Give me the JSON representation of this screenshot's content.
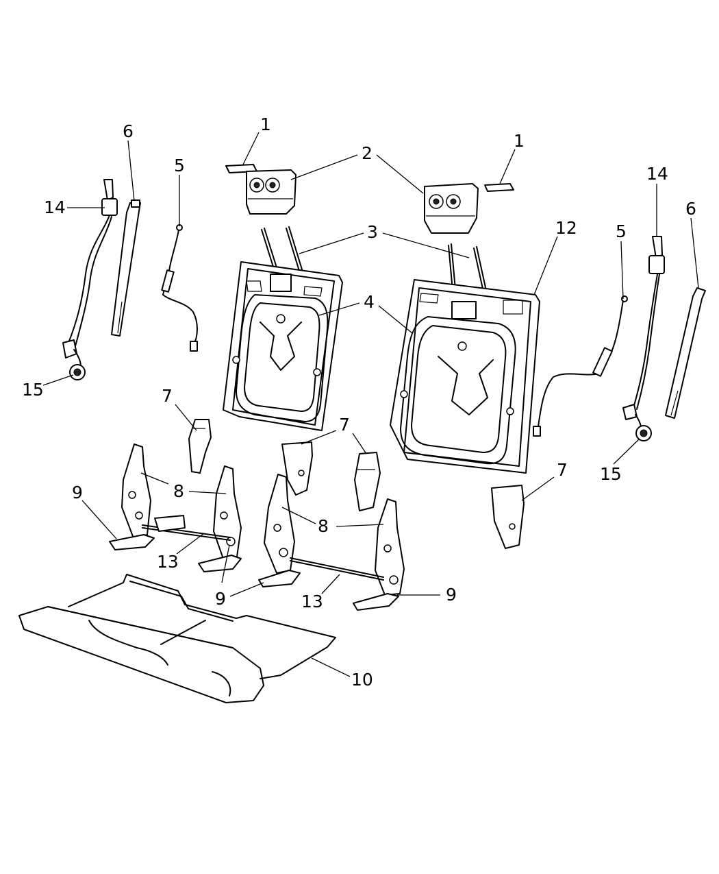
{
  "diagram": {
    "callouts": [
      {
        "id": "c1a",
        "text": "1"
      },
      {
        "id": "c1b",
        "text": "1"
      },
      {
        "id": "c2",
        "text": "2"
      },
      {
        "id": "c3",
        "text": "3"
      },
      {
        "id": "c4",
        "text": "4"
      },
      {
        "id": "c5a",
        "text": "5"
      },
      {
        "id": "c5b",
        "text": "5"
      },
      {
        "id": "c6a",
        "text": "6"
      },
      {
        "id": "c6b",
        "text": "6"
      },
      {
        "id": "c7a",
        "text": "7"
      },
      {
        "id": "c7b",
        "text": "7"
      },
      {
        "id": "c7c",
        "text": "7"
      },
      {
        "id": "c8a",
        "text": "8"
      },
      {
        "id": "c8b",
        "text": "8"
      },
      {
        "id": "c9a",
        "text": "9"
      },
      {
        "id": "c9b",
        "text": "9"
      },
      {
        "id": "c9c",
        "text": "9"
      },
      {
        "id": "c10",
        "text": "10"
      },
      {
        "id": "c12",
        "text": "12"
      },
      {
        "id": "c13a",
        "text": "13"
      },
      {
        "id": "c13b",
        "text": "13"
      },
      {
        "id": "c14a",
        "text": "14"
      },
      {
        "id": "c14b",
        "text": "14"
      },
      {
        "id": "c15a",
        "text": "15"
      },
      {
        "id": "c15b",
        "text": "15"
      }
    ]
  }
}
